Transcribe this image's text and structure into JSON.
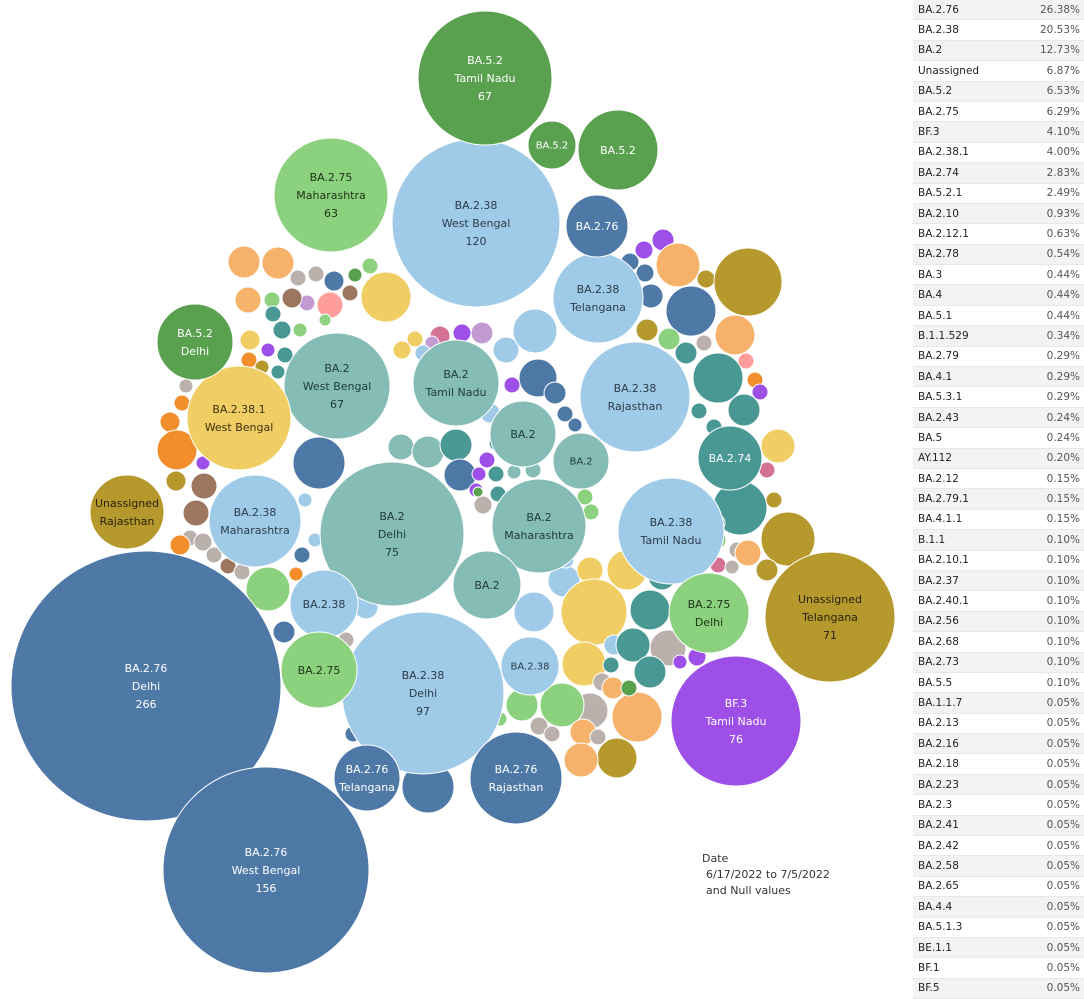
{
  "chart_data": [
    {
      "type": "bubble",
      "colors": {
        "BA.2.76": "#4e79a7",
        "BA.2.38": "#a0cbe8",
        "BA.2": "#86bcb6",
        "BA.5.2": "#59a14f",
        "BA.2.75": "#8cd17d",
        "BA.2.38.1": "#f1ce63",
        "Unassigned": "#b6992d",
        "BF.3": "#b07aa1"
      },
      "bubbles": [
        {
          "lineage": "BA.2.76",
          "state": "Delhi",
          "value": 266,
          "color": "#4e79a7",
          "text": "#ffffff"
        },
        {
          "lineage": "BA.2.76",
          "state": "West Bengal",
          "value": 156,
          "color": "#4e79a7",
          "text": "#ffffff"
        },
        {
          "lineage": "BA.2.38",
          "state": "West Bengal",
          "value": 120,
          "color": "#a0cbe8",
          "text": "#2b3b4a"
        },
        {
          "lineage": "BA.2.38",
          "state": "Delhi",
          "value": 97,
          "color": "#a0cbe8",
          "text": "#2b3b4a"
        },
        {
          "lineage": "BF.3",
          "state": "Tamil Nadu",
          "value": 76,
          "color": "#9e4fe8",
          "text": "#ffffff"
        },
        {
          "lineage": "BA.2",
          "state": "Delhi",
          "value": 75,
          "color": "#86bcb6",
          "text": "#1f3b38"
        },
        {
          "lineage": "Unassigned",
          "state": "Telangana",
          "value": 71,
          "color": "#b6992d",
          "text": "#2a2208"
        },
        {
          "lineage": "BA.5.2",
          "state": "Tamil Nadu",
          "value": 67,
          "color": "#59a14f",
          "text": "#ffffff"
        },
        {
          "lineage": "BA.2",
          "state": "West Bengal",
          "value": 67,
          "color": "#86bcb6",
          "text": "#1f3b38"
        },
        {
          "lineage": "BA.2.75",
          "state": "Maharashtra",
          "value": 63,
          "color": "#8cd17d",
          "text": "#1d3318"
        },
        {
          "lineage": "BA.2.38",
          "state": "Rajasthan",
          "value": null,
          "color": "#a0cbe8",
          "text": "#2b3b4a"
        },
        {
          "lineage": "BA.2.38",
          "state": "Tamil Nadu",
          "value": null,
          "color": "#a0cbe8",
          "text": "#2b3b4a"
        },
        {
          "lineage": "BA.2.38",
          "state": "Maharashtra",
          "value": null,
          "color": "#a0cbe8",
          "text": "#2b3b4a"
        },
        {
          "lineage": "BA.2",
          "state": "Maharashtra",
          "value": null,
          "color": "#86bcb6",
          "text": "#1f3b38"
        },
        {
          "lineage": "BA.2",
          "state": "Tamil Nadu",
          "value": null,
          "color": "#86bcb6",
          "text": "#1f3b38"
        },
        {
          "lineage": "BA.2.38.1",
          "state": "West Bengal",
          "value": null,
          "color": "#f1ce63",
          "text": "#3a3010"
        },
        {
          "lineage": "BA.2.38",
          "state": "Telangana",
          "value": null,
          "color": "#a0cbe8",
          "text": "#2b3b4a"
        },
        {
          "lineage": "BA.2.76",
          "state": "Rajasthan",
          "value": null,
          "color": "#4e79a7",
          "text": "#ffffff"
        },
        {
          "lineage": "BA.2.76",
          "state": "Telangana",
          "value": null,
          "color": "#4e79a7",
          "text": "#ffffff"
        },
        {
          "lineage": "Unassigned",
          "state": "Rajasthan",
          "value": null,
          "color": "#b6992d",
          "text": "#2a2208"
        },
        {
          "lineage": "BA.5.2",
          "state": "Delhi",
          "value": null,
          "color": "#59a14f",
          "text": "#ffffff"
        },
        {
          "lineage": "BA.2.75",
          "state": "Delhi",
          "value": null,
          "color": "#8cd17d",
          "text": "#1d3318"
        },
        {
          "lineage": "BA.2.74",
          "state": "",
          "value": null,
          "color": "#499894",
          "text": "#ffffff"
        },
        {
          "lineage": "BA.2.76",
          "state": "",
          "value": null,
          "color": "#4e79a7",
          "text": "#ffffff"
        },
        {
          "lineage": "BA.2",
          "state": "",
          "value": null,
          "color": "#86bcb6",
          "text": "#1f3b38"
        },
        {
          "lineage": "BA.2",
          "state": "",
          "value": null,
          "color": "#86bcb6",
          "text": "#1f3b38"
        },
        {
          "lineage": "BA.2",
          "state": "",
          "value": null,
          "color": "#86bcb6",
          "text": "#1f3b38"
        },
        {
          "lineage": "BA.2.38",
          "state": "",
          "value": null,
          "color": "#a0cbe8",
          "text": "#2b3b4a"
        },
        {
          "lineage": "BA.2.38",
          "state": "",
          "value": null,
          "color": "#a0cbe8",
          "text": "#2b3b4a"
        },
        {
          "lineage": "BA.2.75",
          "state": "",
          "value": null,
          "color": "#8cd17d",
          "text": "#1d3318"
        },
        {
          "lineage": "BA.5.2",
          "state": "",
          "value": null,
          "color": "#59a14f",
          "text": "#ffffff"
        },
        {
          "lineage": "BA.5.2",
          "state": "",
          "value": null,
          "color": "#59a14f",
          "text": "#ffffff"
        }
      ]
    },
    {
      "type": "table",
      "rows": [
        {
          "lineage": "BA.2.76",
          "percent": "26.38%"
        },
        {
          "lineage": "BA.2.38",
          "percent": "20.53%"
        },
        {
          "lineage": "BA.2",
          "percent": "12.73%"
        },
        {
          "lineage": "Unassigned",
          "percent": "6.87%"
        },
        {
          "lineage": "BA.5.2",
          "percent": "6.53%"
        },
        {
          "lineage": "BA.2.75",
          "percent": "6.29%"
        },
        {
          "lineage": "BF.3",
          "percent": "4.10%"
        },
        {
          "lineage": "BA.2.38.1",
          "percent": "4.00%"
        },
        {
          "lineage": "BA.2.74",
          "percent": "2.83%"
        },
        {
          "lineage": "BA.5.2.1",
          "percent": "2.49%"
        },
        {
          "lineage": "BA.2.10",
          "percent": "0.93%"
        },
        {
          "lineage": "BA.2.12.1",
          "percent": "0.63%"
        },
        {
          "lineage": "BA.2.78",
          "percent": "0.54%"
        },
        {
          "lineage": "BA.3",
          "percent": "0.44%"
        },
        {
          "lineage": "BA.4",
          "percent": "0.44%"
        },
        {
          "lineage": "BA.5.1",
          "percent": "0.44%"
        },
        {
          "lineage": "B.1.1.529",
          "percent": "0.34%"
        },
        {
          "lineage": "BA.2.79",
          "percent": "0.29%"
        },
        {
          "lineage": "BA.4.1",
          "percent": "0.29%"
        },
        {
          "lineage": "BA.5.3.1",
          "percent": "0.29%"
        },
        {
          "lineage": "BA.2.43",
          "percent": "0.24%"
        },
        {
          "lineage": "BA.5",
          "percent": "0.24%"
        },
        {
          "lineage": "AY.112",
          "percent": "0.20%"
        },
        {
          "lineage": "BA.2.12",
          "percent": "0.15%"
        },
        {
          "lineage": "BA.2.79.1",
          "percent": "0.15%"
        },
        {
          "lineage": "BA.4.1.1",
          "percent": "0.15%"
        },
        {
          "lineage": "B.1.1",
          "percent": "0.10%"
        },
        {
          "lineage": "BA.2.10.1",
          "percent": "0.10%"
        },
        {
          "lineage": "BA.2.37",
          "percent": "0.10%"
        },
        {
          "lineage": "BA.2.40.1",
          "percent": "0.10%"
        },
        {
          "lineage": "BA.2.56",
          "percent": "0.10%"
        },
        {
          "lineage": "BA.2.68",
          "percent": "0.10%"
        },
        {
          "lineage": "BA.2.73",
          "percent": "0.10%"
        },
        {
          "lineage": "BA.5.5",
          "percent": "0.10%"
        },
        {
          "lineage": "BA.1.1.7",
          "percent": "0.05%"
        },
        {
          "lineage": "BA.2.13",
          "percent": "0.05%"
        },
        {
          "lineage": "BA.2.16",
          "percent": "0.05%"
        },
        {
          "lineage": "BA.2.18",
          "percent": "0.05%"
        },
        {
          "lineage": "BA.2.23",
          "percent": "0.05%"
        },
        {
          "lineage": "BA.2.3",
          "percent": "0.05%"
        },
        {
          "lineage": "BA.2.41",
          "percent": "0.05%"
        },
        {
          "lineage": "BA.2.42",
          "percent": "0.05%"
        },
        {
          "lineage": "BA.2.58",
          "percent": "0.05%"
        },
        {
          "lineage": "BA.2.65",
          "percent": "0.05%"
        },
        {
          "lineage": "BA.4.4",
          "percent": "0.05%"
        },
        {
          "lineage": "BA.5.1.3",
          "percent": "0.05%"
        },
        {
          "lineage": "BE.1.1",
          "percent": "0.05%"
        },
        {
          "lineage": "BF.1",
          "percent": "0.05%"
        },
        {
          "lineage": "BF.5",
          "percent": "0.05%"
        }
      ]
    }
  ],
  "filter": {
    "title": "Date",
    "line1": "6/17/2022 to 7/5/2022",
    "line2": "and Null values"
  }
}
